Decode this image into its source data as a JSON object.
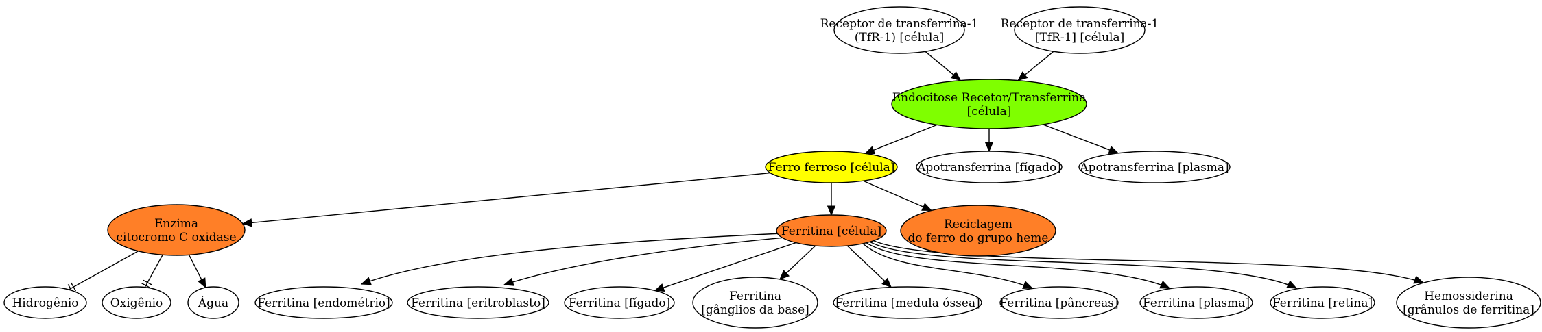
{
  "colors": {
    "green": "#7FFF00",
    "yellow": "#FFFF00",
    "orange": "#FF7F27",
    "white": "#FFFFFF"
  },
  "nodes": {
    "tfr1_a": {
      "lines": [
        "Receptor de transferrina-1",
        "(TfR-1) [célula]"
      ],
      "fill": "white"
    },
    "tfr1_b": {
      "lines": [
        "Receptor de transferrina-1",
        "[TfR-1] [célula]"
      ],
      "fill": "white"
    },
    "endocitose": {
      "lines": [
        "Endocitose Recetor/Transferrina",
        "[célula]"
      ],
      "fill": "green"
    },
    "ferro_ferroso": {
      "lines": [
        "Ferro ferroso [célula]"
      ],
      "fill": "yellow"
    },
    "apotransferrina_figado": {
      "lines": [
        "Apotransferrina [fígado]"
      ],
      "fill": "white"
    },
    "apotransferrina_plasma": {
      "lines": [
        "Apotransferrina [plasma]"
      ],
      "fill": "white"
    },
    "enzima": {
      "lines": [
        "Enzima",
        "citocromo C oxidase"
      ],
      "fill": "orange"
    },
    "ferritina_celula": {
      "lines": [
        "Ferritina [célula]"
      ],
      "fill": "orange"
    },
    "reciclagem": {
      "lines": [
        "Reciclagem",
        "do ferro do grupo heme"
      ],
      "fill": "orange"
    },
    "hidrogenio": {
      "lines": [
        "Hidrogênio"
      ],
      "fill": "white"
    },
    "oxigenio": {
      "lines": [
        "Oxigênio"
      ],
      "fill": "white"
    },
    "agua": {
      "lines": [
        "Água"
      ],
      "fill": "white"
    },
    "ferritina_endometrio": {
      "lines": [
        "Ferritina [endométrio]"
      ],
      "fill": "white"
    },
    "ferritina_eritroblasto": {
      "lines": [
        "Ferritina [eritroblasto]"
      ],
      "fill": "white"
    },
    "ferritina_figado": {
      "lines": [
        "Ferritina [fígado]"
      ],
      "fill": "white"
    },
    "ferritina_ganglios": {
      "lines": [
        "Ferritina",
        "[gânglios da base]"
      ],
      "fill": "white"
    },
    "ferritina_medula": {
      "lines": [
        "Ferritina [medula óssea]"
      ],
      "fill": "white"
    },
    "ferritina_pancreas": {
      "lines": [
        "Ferritina [pâncreas]"
      ],
      "fill": "white"
    },
    "ferritina_plasma": {
      "lines": [
        "Ferritina [plasma]"
      ],
      "fill": "white"
    },
    "ferritina_retina": {
      "lines": [
        "Ferritina [retina]"
      ],
      "fill": "white"
    },
    "hemossiderina": {
      "lines": [
        "Hemossiderina",
        "[grânulos de ferritina]"
      ],
      "fill": "white"
    }
  },
  "edges": [
    {
      "from": "tfr1_a",
      "to": "endocitose",
      "kind": "arrow"
    },
    {
      "from": "tfr1_b",
      "to": "endocitose",
      "kind": "arrow"
    },
    {
      "from": "endocitose",
      "to": "ferro_ferroso",
      "kind": "arrow"
    },
    {
      "from": "endocitose",
      "to": "apotransferrina_figado",
      "kind": "arrow"
    },
    {
      "from": "endocitose",
      "to": "apotransferrina_plasma",
      "kind": "arrow"
    },
    {
      "from": "ferro_ferroso",
      "to": "enzima",
      "kind": "arrow"
    },
    {
      "from": "ferro_ferroso",
      "to": "ferritina_celula",
      "kind": "arrow"
    },
    {
      "from": "ferro_ferroso",
      "to": "reciclagem",
      "kind": "arrow"
    },
    {
      "from": "enzima",
      "to": "hidrogenio",
      "kind": "tee"
    },
    {
      "from": "enzima",
      "to": "oxigenio",
      "kind": "tee"
    },
    {
      "from": "enzima",
      "to": "agua",
      "kind": "arrow"
    },
    {
      "from": "ferritina_celula",
      "to": "ferritina_endometrio",
      "kind": "arrow"
    },
    {
      "from": "ferritina_celula",
      "to": "ferritina_eritroblasto",
      "kind": "arrow"
    },
    {
      "from": "ferritina_celula",
      "to": "ferritina_figado",
      "kind": "arrow"
    },
    {
      "from": "ferritina_celula",
      "to": "ferritina_ganglios",
      "kind": "arrow"
    },
    {
      "from": "ferritina_celula",
      "to": "ferritina_medula",
      "kind": "arrow"
    },
    {
      "from": "ferritina_celula",
      "to": "ferritina_pancreas",
      "kind": "arrow"
    },
    {
      "from": "ferritina_celula",
      "to": "ferritina_plasma",
      "kind": "arrow"
    },
    {
      "from": "ferritina_celula",
      "to": "ferritina_retina",
      "kind": "arrow"
    },
    {
      "from": "ferritina_celula",
      "to": "hemossiderina",
      "kind": "arrow"
    }
  ]
}
